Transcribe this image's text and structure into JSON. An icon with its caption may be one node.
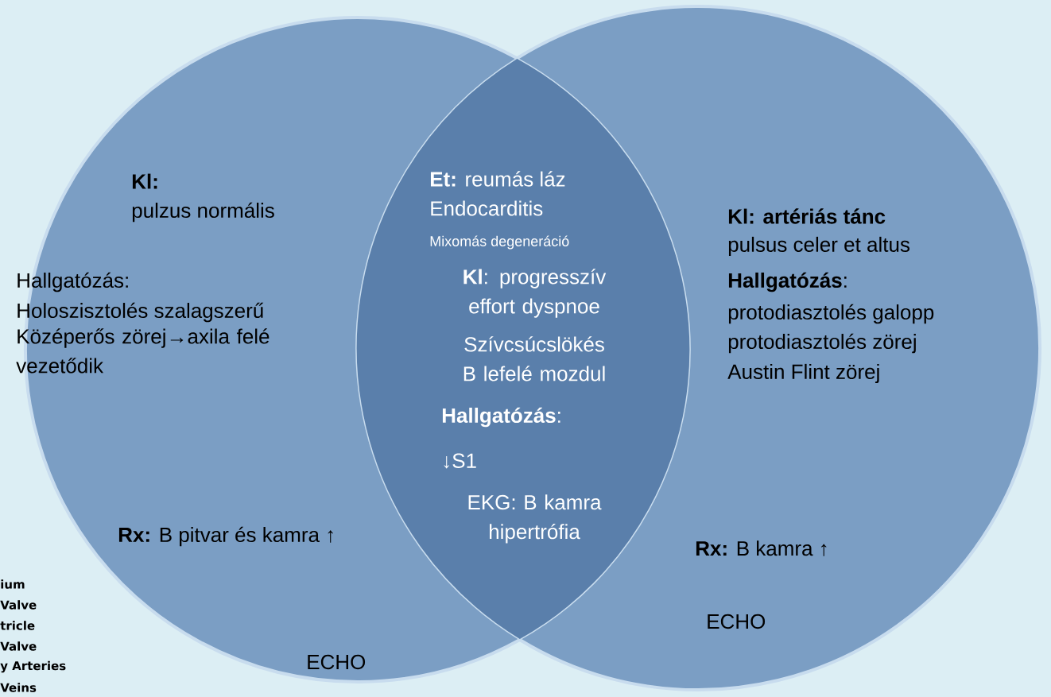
{
  "diagram": {
    "nodes": [
      {
        "text": [
          "Kl:",
          "pulzus normális",
          "Hallgatózás:",
          "Holoszisztolés szalagszerű",
          "Középerős zörej→axila felé vezetődik",
          "**Rx:** B pitvar és kamra ↑",
          "ECHO"
        ]
      },
      {
        "text": [
          "Kl:  artériás tánc",
          "pulsus celer et altus",
          "**Hallgatózás**:",
          "protodiasztolés galopp",
          "protodiasztolés zörej",
          "Austin Flint zörej",
          "**Rx:** B kamra ↑",
          "ECHO"
        ]
      },
      {
        "text": [
          "**Et:** reumás láz",
          "Endocarditis",
          "Mixomás degeneráció",
          "**Kl**: progresszív effort dyspnoe",
          "Szívcsúcslökés B lefelé mozdul",
          "**Hallgatózás**:",
          "↓S1",
          "EKG: B kamra hipertrófia"
        ]
      }
    ],
    "labels": [
      "ium",
      "Valve",
      "tricle",
      "Valve",
      "y Arteries",
      "Veins"
    ]
  }
}
